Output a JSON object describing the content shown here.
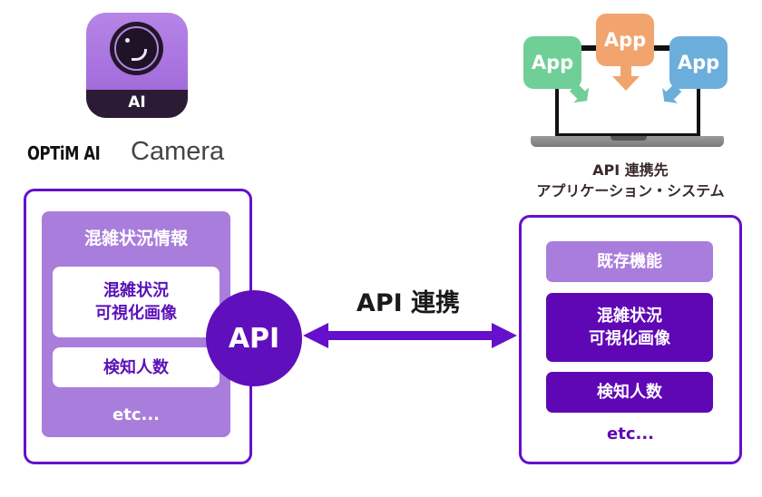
{
  "colors": {
    "primary_purple": "#5f0fbb",
    "border_purple": "#6410cc",
    "light_purple": "#a97ddb",
    "app_green": "#6fcf97",
    "app_orange": "#f2a46e",
    "app_blue": "#6baedb"
  },
  "source": {
    "icon_name": "camera-icon",
    "icon_badge": "AI",
    "brand_logo": "OPTiM AI",
    "brand_product": "Camera"
  },
  "left_panel": {
    "title": "混雑状況情報",
    "items": [
      {
        "line1": "混雑状況",
        "line2": "可視化画像"
      },
      {
        "line1": "検知人数"
      }
    ],
    "etc": "etc..."
  },
  "api_badge": "API",
  "connection": {
    "label": "API 連携"
  },
  "destination": {
    "apps": [
      "App",
      "App",
      "App"
    ],
    "label_line1": "API 連携先",
    "label_line2": "アプリケーション・システム"
  },
  "right_panel": {
    "items": [
      {
        "line1": "既存機能"
      },
      {
        "line1": "混雑状況",
        "line2": "可視化画像"
      },
      {
        "line1": "検知人数"
      }
    ],
    "etc": "etc..."
  }
}
